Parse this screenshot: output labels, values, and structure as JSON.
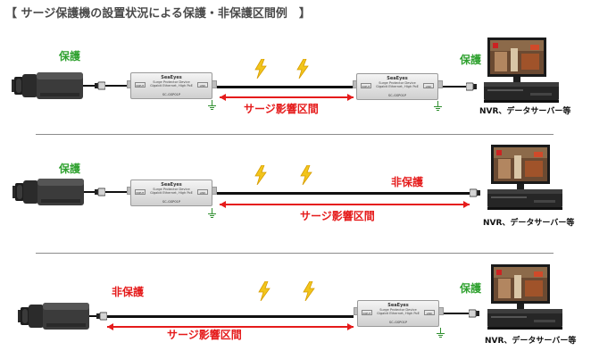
{
  "title": "【 サージ保護機の設置状況による保護・非保護区間例　】",
  "panels": [
    {
      "left_status": "保護",
      "right_status": "保護",
      "middle_status": "",
      "surge_label": "サージ影響区間",
      "nvr_label": "NVR、データサーバー等",
      "protectors": [
        {
          "brand": "SeaEyes",
          "desc_line1": "Surge Protector Device",
          "desc_line2": "Gigabit Ethernet, High PoE",
          "model": "SC-GSP01P",
          "port_left": "INPUT",
          "port_right": "LINK"
        },
        {
          "brand": "SeaEyes",
          "desc_line1": "Surge Protector Device",
          "desc_line2": "Gigabit Ethernet, High PoE",
          "model": "SC-GSP01P",
          "port_left": "INPUT",
          "port_right": "LINK"
        }
      ]
    },
    {
      "left_status": "保護",
      "right_status": "",
      "middle_status": "非保護",
      "surge_label": "サージ影響区間",
      "nvr_label": "NVR、データサーバー等",
      "protectors": [
        {
          "brand": "SeaEyes",
          "desc_line1": "Surge Protector Device",
          "desc_line2": "Gigabit Ethernet, High PoE",
          "model": "SC-GSP01P",
          "port_left": "INPUT",
          "port_right": "LINK"
        }
      ]
    },
    {
      "left_status": "非保護",
      "right_status": "保護",
      "middle_status": "",
      "surge_label": "サージ影響区間",
      "nvr_label": "NVR、データサーバー等",
      "protectors": [
        {
          "brand": "SeaEyes",
          "desc_line1": "Surge Protector Device",
          "desc_line2": "Gigabit Ethernet, High PoE",
          "model": "SC-GSP01P",
          "port_left": "INPUT",
          "port_right": "LINK"
        }
      ]
    }
  ],
  "colors": {
    "protected": "#2fa12f",
    "unprotected": "#e51b1b",
    "arrow": "#e51b1b",
    "lightning": "#f2c51c",
    "cable": "#111111",
    "divider": "#8c8c8c"
  },
  "icons": [
    "camera-icon",
    "rj45-connector-icon",
    "lightning-icon",
    "ground-icon",
    "nvr-monitor-icon",
    "surge-protector-icon"
  ]
}
